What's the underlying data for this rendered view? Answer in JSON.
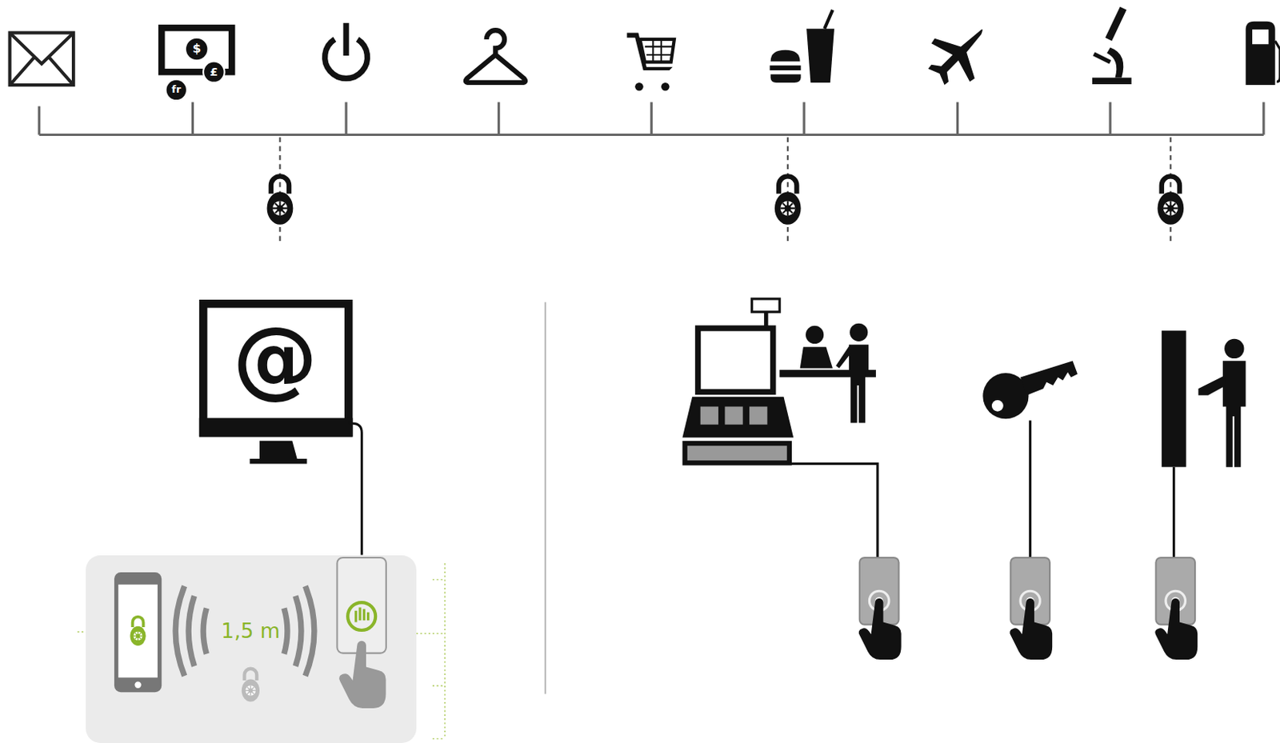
{
  "diagram": {
    "nodes": [
      {
        "text": [
          "@"
        ]
      },
      {
        "text": [
          "1,5 m"
        ]
      }
    ],
    "edges": [
      {
        "from": 0,
        "to": 1,
        "arrow": "none"
      }
    ],
    "labels": [
      "$",
      "£",
      "fr"
    ]
  }
}
